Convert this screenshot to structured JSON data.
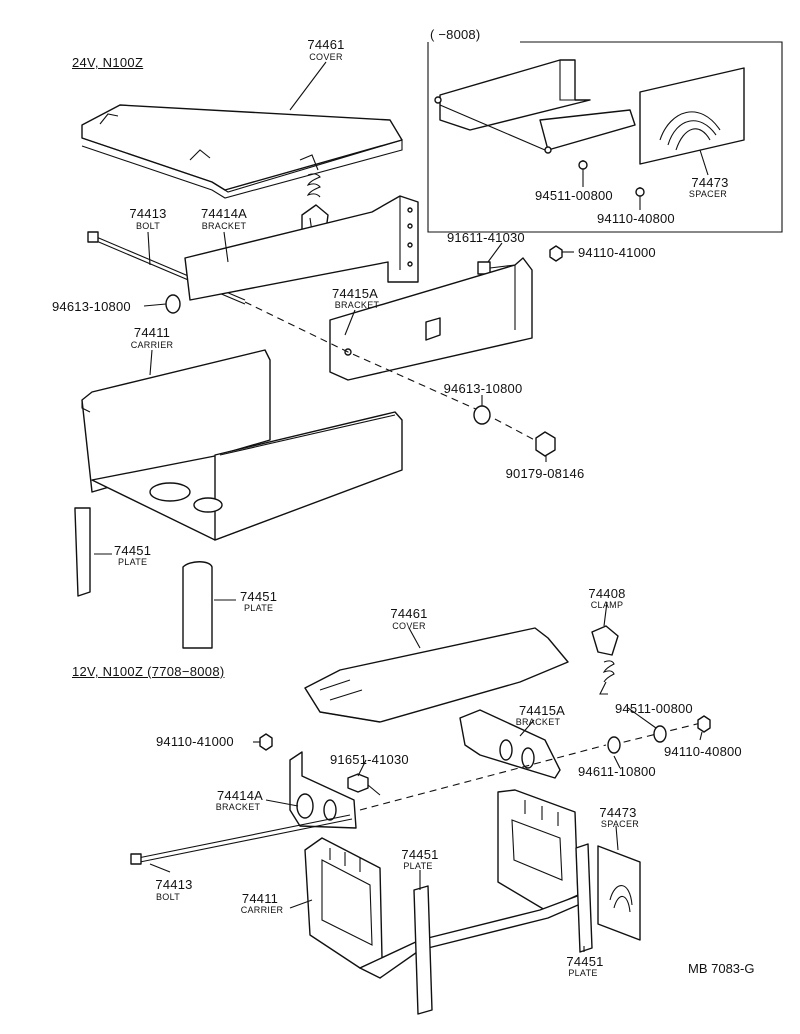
{
  "sections": {
    "top": "24V, N100Z",
    "bottom": "12V, N100Z (7708−8008)",
    "inset": "(      −8008)"
  },
  "labels": {
    "cover_top": {
      "num": "74461",
      "name": "COVER"
    },
    "bolt_top": {
      "num": "74413",
      "name": "BOLT"
    },
    "bracket_a_top": {
      "num": "74414A",
      "name": "BRACKET"
    },
    "washer_top": "94613-10800",
    "screw_top": "91611-41030",
    "nut_top_right": "94110-41000",
    "bracket_b_top": {
      "num": "74415A",
      "name": "BRACKET"
    },
    "carrier_top": {
      "num": "74411",
      "name": "CARRIER"
    },
    "washer_mid": "94613-10800",
    "nut_mid": "90179-08146",
    "plate_top_left": {
      "num": "74451",
      "name": "PLATE"
    },
    "plate_top_right": {
      "num": "74451",
      "name": "PLATE"
    },
    "inset_washer": "94511-00800",
    "inset_nut": "94110-40800",
    "inset_spacer": {
      "num": "74473",
      "name": "SPACER"
    },
    "cover_bottom": {
      "num": "74461",
      "name": "COVER"
    },
    "clamp_bottom": {
      "num": "74408",
      "name": "CLAMP"
    },
    "washer_b_right": "94511-00800",
    "nut_b_right": "94110-40800",
    "washer_b_mid": "94611-10800",
    "nut_b_left": "94110-41000",
    "screw_b": "91651-41030",
    "bracket_b_bottom": {
      "num": "74415A",
      "name": "BRACKET"
    },
    "bracket_a_bottom": {
      "num": "74414A",
      "name": "BRACKET"
    },
    "spacer_bottom": {
      "num": "74473",
      "name": "SPACER"
    },
    "plate_b_left": {
      "num": "74451",
      "name": "PLATE"
    },
    "plate_b_right": {
      "num": "74451",
      "name": "PLATE"
    },
    "bolt_bottom": {
      "num": "74413",
      "name": "BOLT"
    },
    "carrier_bottom": {
      "num": "74411",
      "name": "CARRIER"
    }
  },
  "diagram_code": "MB 7083-G"
}
